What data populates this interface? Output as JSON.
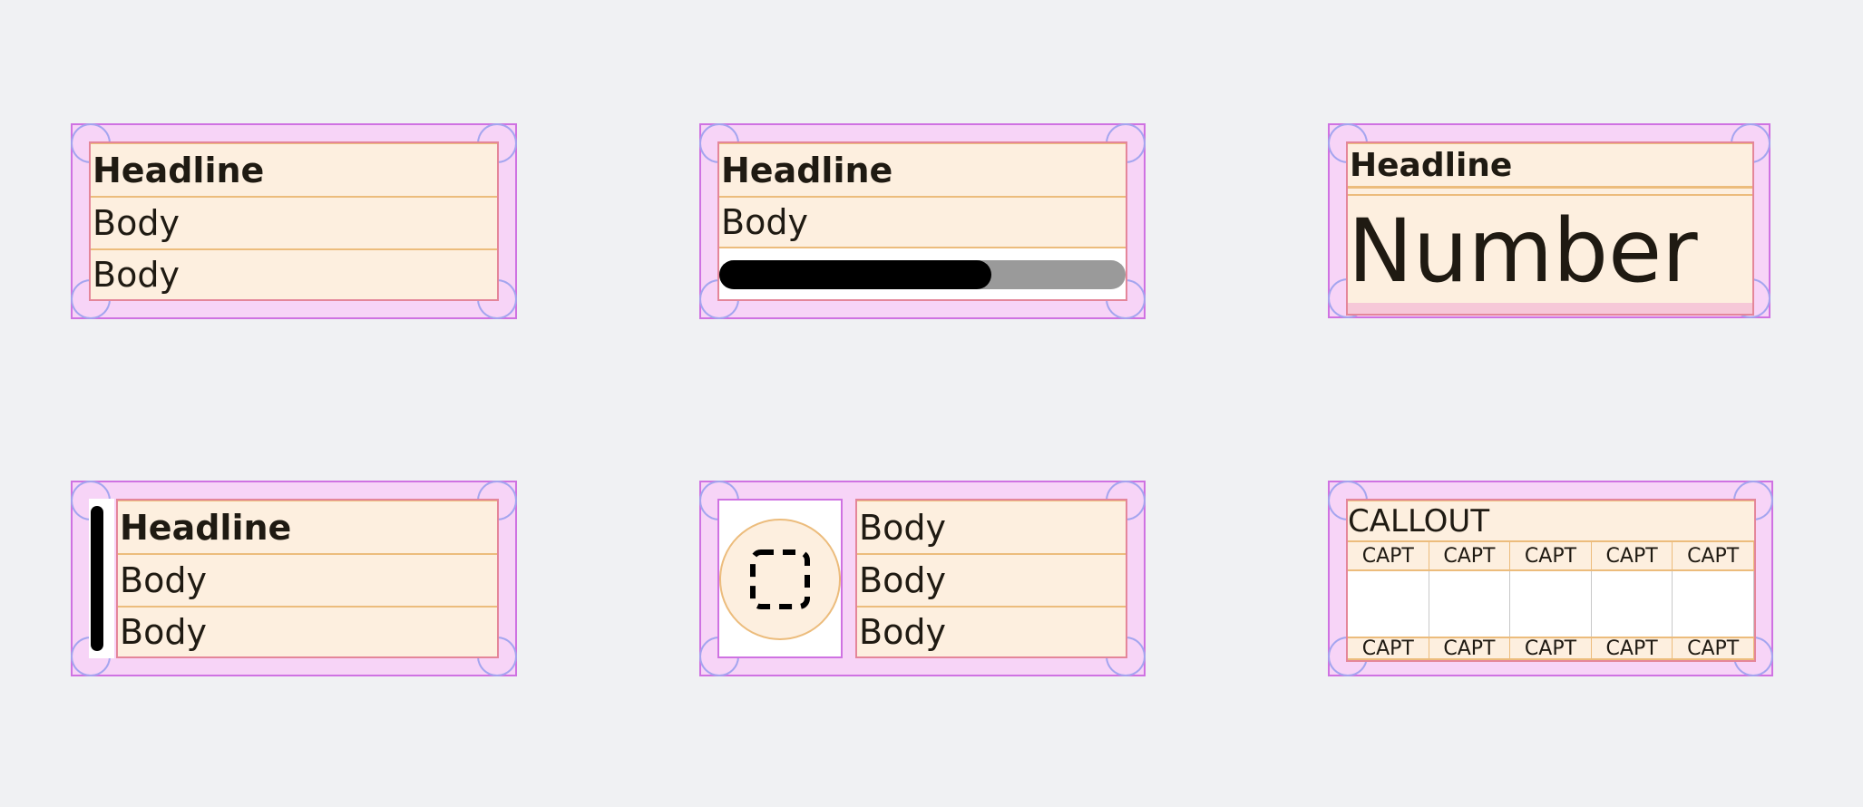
{
  "cards": {
    "card1": {
      "headline": "Headline",
      "body1": "Body",
      "body2": "Body"
    },
    "card2": {
      "headline": "Headline",
      "body": "Body",
      "progress": 0.67
    },
    "card3": {
      "headline": "Headline",
      "number": "Number"
    },
    "card4": {
      "headline": "Headline",
      "body1": "Body",
      "body2": "Body"
    },
    "card5": {
      "body1": "Body",
      "body2": "Body",
      "body3": "Body"
    },
    "card6": {
      "callout": "CALLOUT",
      "captions_top": [
        "CAPT",
        "CAPT",
        "CAPT",
        "CAPT",
        "CAPT"
      ],
      "captions_bottom": [
        "CAPT",
        "CAPT",
        "CAPT",
        "CAPT",
        "CAPT"
      ]
    }
  },
  "colors": {
    "background": "#f0f1f3",
    "container_fill": "#f7d4f7",
    "container_border": "#cf72e2",
    "text_fill": "#fdefdf",
    "text_row_border": "#ecbc7c",
    "stack_border": "#e4869a",
    "progress_fill": "#000000",
    "progress_track": "#9a9a9a"
  },
  "icons": {
    "placeholder": "dashed-square-icon"
  }
}
